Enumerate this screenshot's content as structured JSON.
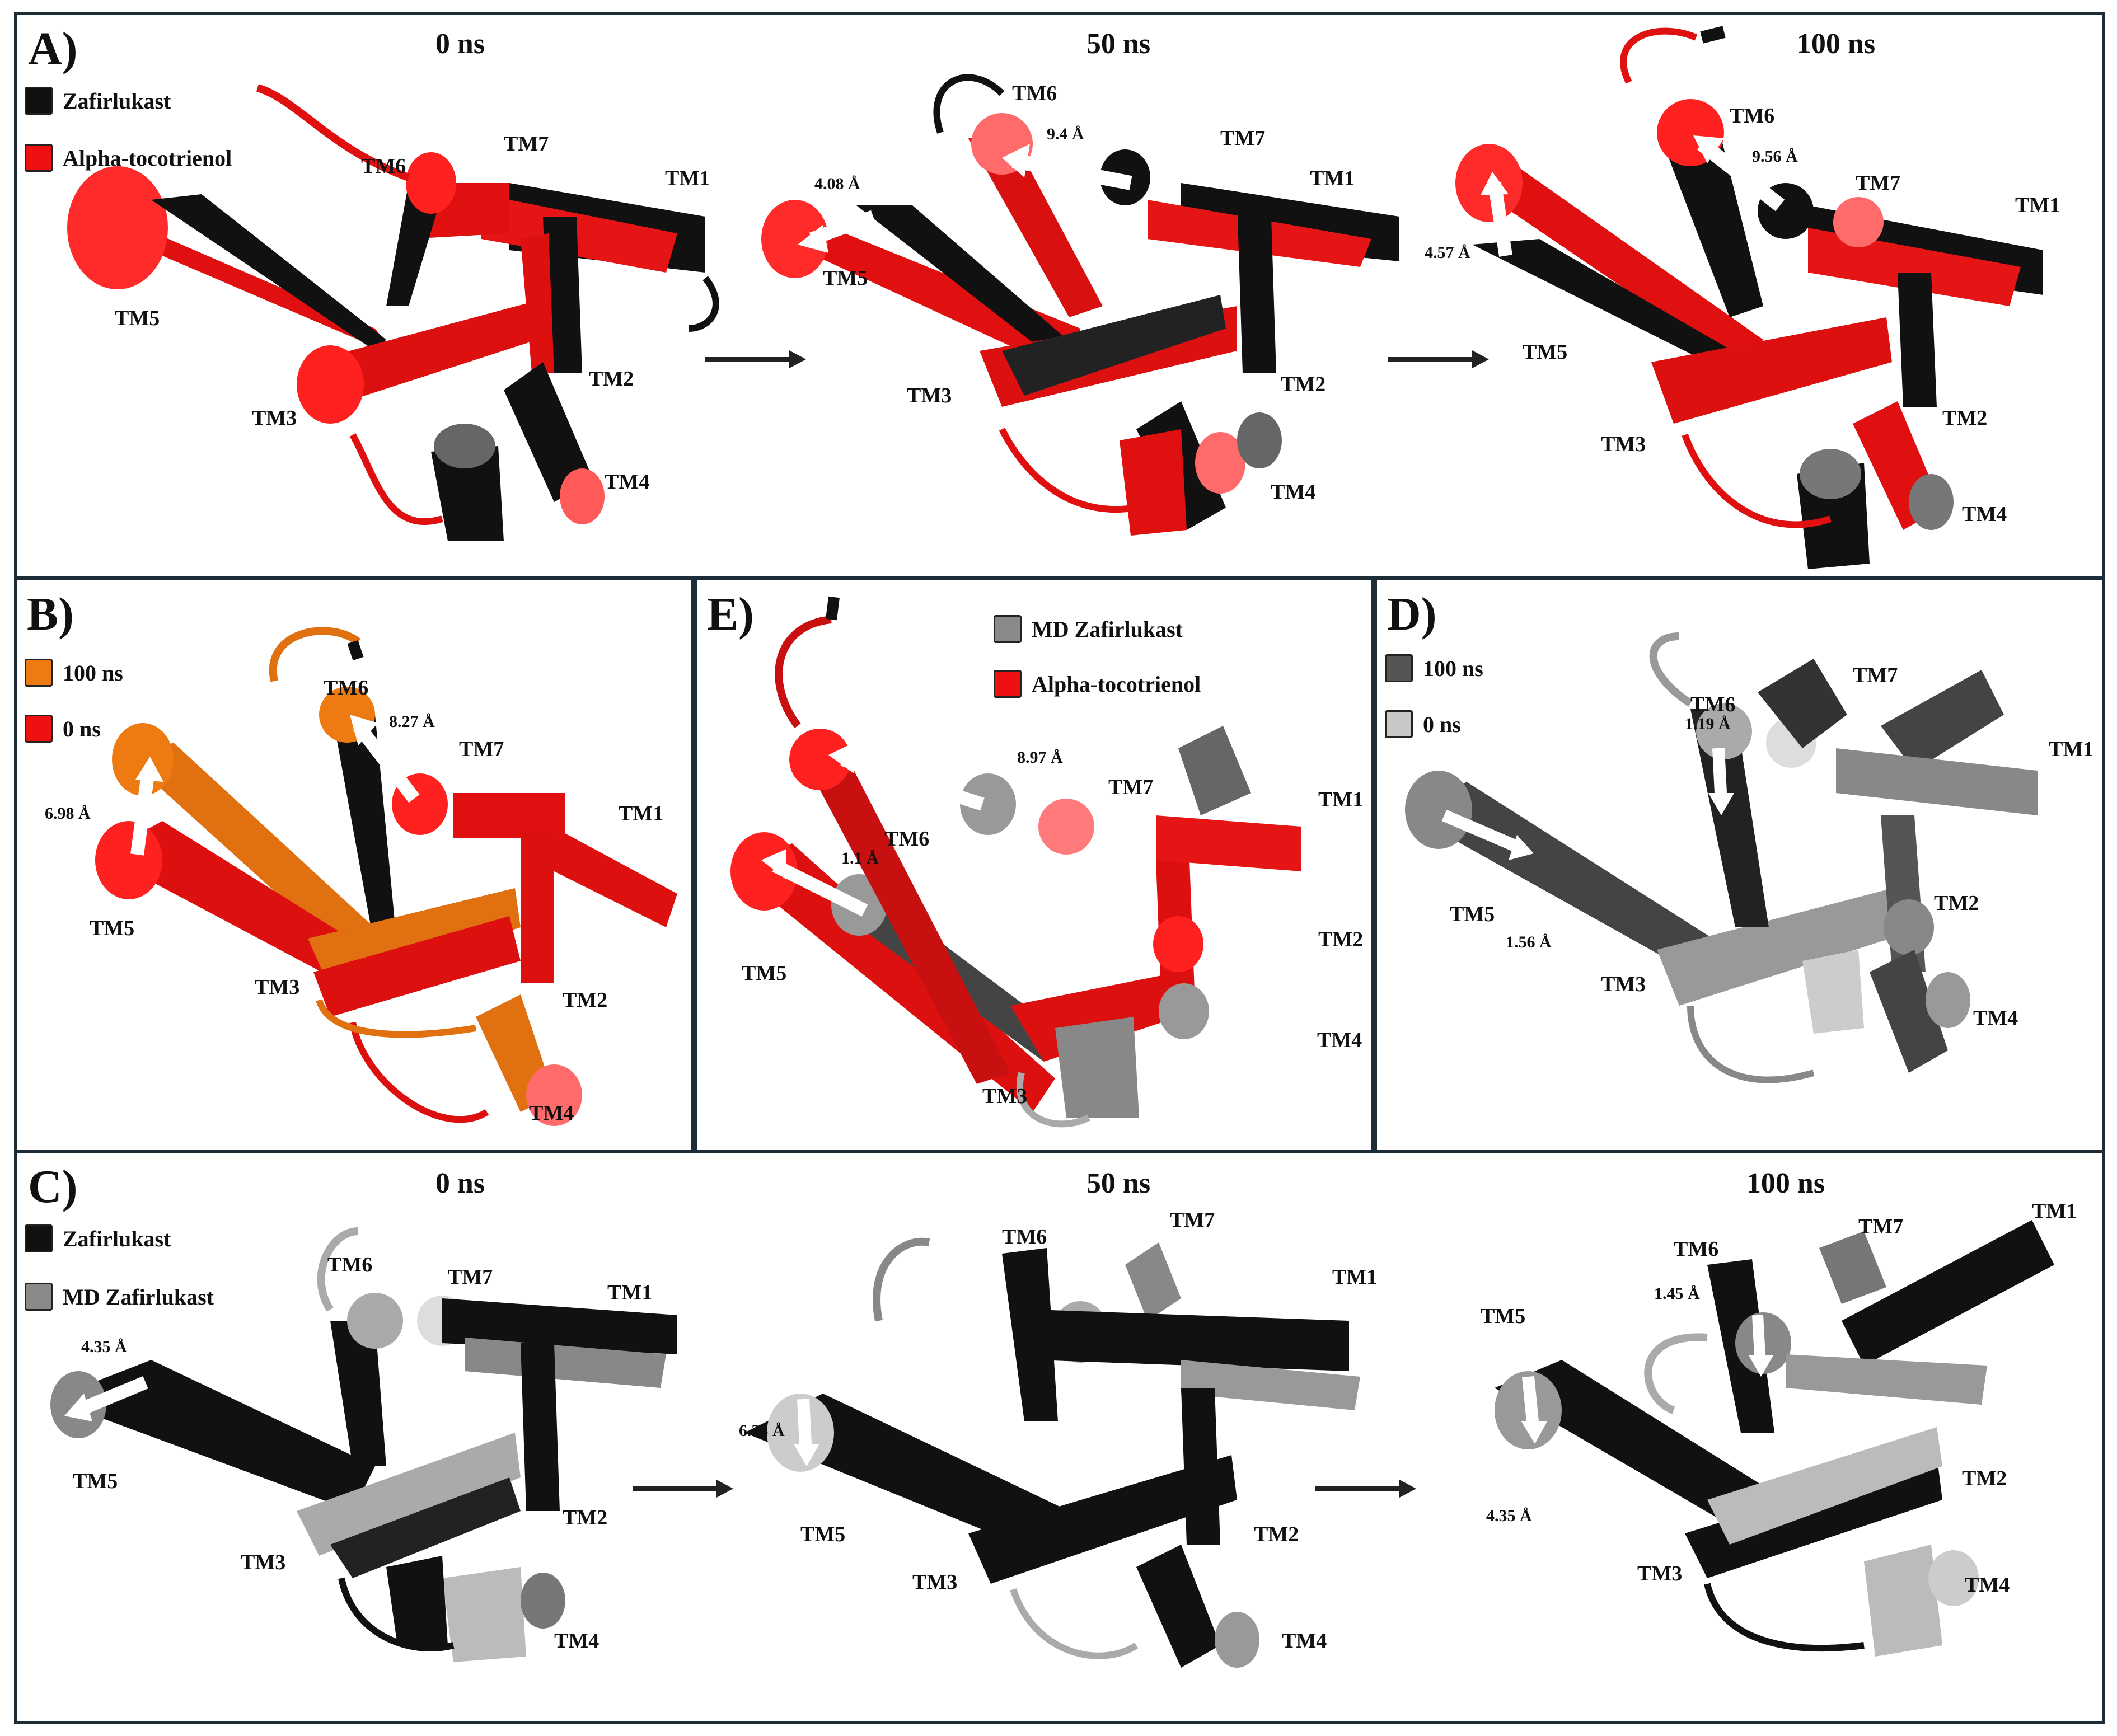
{
  "colors": {
    "black": "#111111",
    "red": "#ee1111",
    "orange": "#ee7a12",
    "grey_mid": "#8a8a8a",
    "grey_light": "#c8c8c8",
    "grey_dark": "#555555",
    "border": "#1c2d38"
  },
  "panels": {
    "A": {
      "label": "A)",
      "titles": [
        "0 ns",
        "50 ns",
        "100 ns"
      ],
      "legend": [
        {
          "name": "Zafirlukast",
          "color": "#111111"
        },
        {
          "name": "Alpha-tocotrienol",
          "color": "#ee1111"
        }
      ],
      "scenes": [
        {
          "labels": [
            "TM6",
            "TM7",
            "TM1",
            "TM5",
            "TM3",
            "TM2",
            "TM4"
          ],
          "distance": ""
        },
        {
          "labels": [
            "TM6",
            "TM7",
            "TM1",
            "TM5",
            "TM3",
            "TM2",
            "TM4"
          ],
          "distance_tm6": "9.4 Å",
          "distance_tm5": "4.08 Å"
        },
        {
          "labels": [
            "TM6",
            "TM7",
            "TM1",
            "TM5",
            "TM3",
            "TM2",
            "TM4"
          ],
          "distance_tm6": "9.56 Å",
          "distance_tm5": "4.57 Å"
        }
      ]
    },
    "B": {
      "label": "B)",
      "legend": [
        {
          "name": "100 ns",
          "color": "#ee7a12"
        },
        {
          "name": "0 ns",
          "color": "#ee1111"
        }
      ],
      "labels": [
        "TM6",
        "TM7",
        "TM1",
        "TM5",
        "TM3",
        "TM2",
        "TM4"
      ],
      "distance_tm6": "8.27 Å",
      "distance_tm5": "6.98 Å"
    },
    "E": {
      "label": "E)",
      "legend": [
        {
          "name": "MD Zafirlukast",
          "color": "#8a8a8a"
        },
        {
          "name": "Alpha-tocotrienol",
          "color": "#ee1111"
        }
      ],
      "labels": [
        "TM6",
        "TM7",
        "TM1",
        "TM5",
        "TM2",
        "TM3",
        "TM4"
      ],
      "distance_tm6": "8.97 Å",
      "distance_tm5": "1.1 Å"
    },
    "D": {
      "label": "D)",
      "legend": [
        {
          "name": "100 ns",
          "color": "#555555"
        },
        {
          "name": "0 ns",
          "color": "#c8c8c8"
        }
      ],
      "labels": [
        "TM6",
        "TM7",
        "TM1",
        "TM5",
        "TM2",
        "TM3",
        "TM4"
      ],
      "distance_tm6": "1.19 Å",
      "distance_tm5": "1.56 Å"
    },
    "C": {
      "label": "C)",
      "titles": [
        "0 ns",
        "50 ns",
        "100 ns"
      ],
      "legend": [
        {
          "name": "Zafirlukast",
          "color": "#111111"
        },
        {
          "name": "MD Zafirlukast",
          "color": "#8a8a8a"
        }
      ],
      "scenes": [
        {
          "labels": [
            "TM6",
            "TM7",
            "TM1",
            "TM5",
            "TM3",
            "TM2",
            "TM4"
          ],
          "distance_tm5": "4.35 Å"
        },
        {
          "labels": [
            "TM6",
            "TM7",
            "TM1",
            "TM5",
            "TM3",
            "TM2",
            "TM4"
          ],
          "distance_tm5": "6.25 Å"
        },
        {
          "labels": [
            "TM6",
            "TM7",
            "TM1",
            "TM5",
            "TM3",
            "TM2",
            "TM4"
          ],
          "distance_tm5": "4.35 Å",
          "distance_tm6": "1.45 Å"
        }
      ]
    }
  }
}
